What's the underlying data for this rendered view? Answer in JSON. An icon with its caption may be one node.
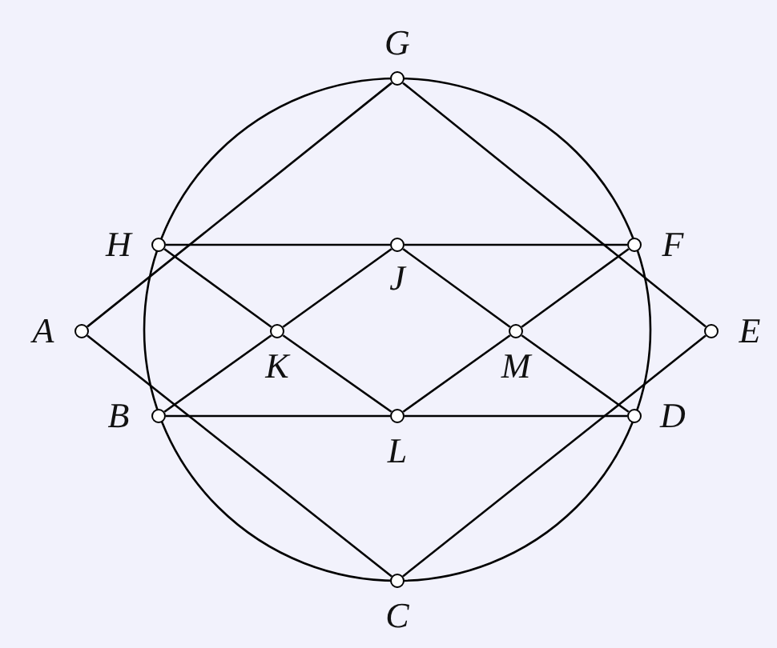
{
  "diagram": {
    "nodes": [
      {
        "text": [],
        "shape": "circle",
        "beside": [
          "G"
        ]
      },
      {
        "text": [],
        "shape": "circle",
        "beside": [
          "H"
        ]
      },
      {
        "text": [],
        "shape": "circle",
        "beside": [
          "J"
        ]
      },
      {
        "text": [],
        "shape": "circle",
        "beside": [
          "F"
        ]
      },
      {
        "text": [],
        "shape": "circle",
        "beside": [
          "A"
        ]
      },
      {
        "text": [],
        "shape": "circle",
        "beside": [
          "K"
        ]
      },
      {
        "text": [],
        "shape": "circle",
        "beside": [
          "M"
        ]
      },
      {
        "text": [],
        "shape": "circle",
        "beside": [
          "E"
        ]
      },
      {
        "text": [],
        "shape": "circle",
        "beside": [
          "B"
        ]
      },
      {
        "text": [],
        "shape": "circle",
        "beside": [
          "L"
        ]
      },
      {
        "text": [],
        "shape": "circle",
        "beside": [
          "D"
        ]
      },
      {
        "text": [],
        "shape": "circle",
        "beside": [
          "C"
        ]
      }
    ],
    "edges": [
      {
        "from": 4,
        "to": 0,
        "arrow": "none"
      },
      {
        "from": 0,
        "to": 7,
        "arrow": "none"
      },
      {
        "from": 7,
        "to": 11,
        "arrow": "none"
      },
      {
        "from": 11,
        "to": 4,
        "arrow": "none"
      },
      {
        "from": 1,
        "to": 2,
        "arrow": "none"
      },
      {
        "from": 2,
        "to": 3,
        "arrow": "none"
      },
      {
        "from": 8,
        "to": 9,
        "arrow": "none"
      },
      {
        "from": 9,
        "to": 10,
        "arrow": "none"
      },
      {
        "from": 1,
        "to": 5,
        "arrow": "none"
      },
      {
        "from": 5,
        "to": 9,
        "arrow": "none"
      },
      {
        "from": 8,
        "to": 5,
        "arrow": "none"
      },
      {
        "from": 5,
        "to": 2,
        "arrow": "none"
      },
      {
        "from": 2,
        "to": 6,
        "arrow": "none"
      },
      {
        "from": 6,
        "to": 10,
        "arrow": "none"
      },
      {
        "from": 9,
        "to": 6,
        "arrow": "none"
      },
      {
        "from": 6,
        "to": 3,
        "arrow": "none"
      }
    ]
  }
}
